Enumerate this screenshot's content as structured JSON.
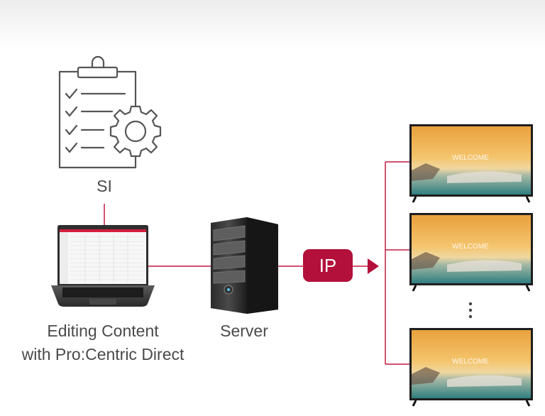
{
  "labels": {
    "si": "SI",
    "editor_line1": "Editing Content",
    "editor_line2": "with Pro:Centric Direct",
    "server": "Server",
    "ip": "IP",
    "screen_welcome": "WELCOME"
  },
  "icons": {
    "si": "clipboard-gear-icon",
    "editor": "laptop-icon",
    "server": "server-tower-icon",
    "display": "tv-icon",
    "more": "vertical-ellipsis-icon"
  },
  "colors": {
    "accent": "#b3103b",
    "connector": "#c4193f",
    "icon_stroke": "#555555",
    "text": "#4a4a4a"
  },
  "display_count_shown": 3
}
